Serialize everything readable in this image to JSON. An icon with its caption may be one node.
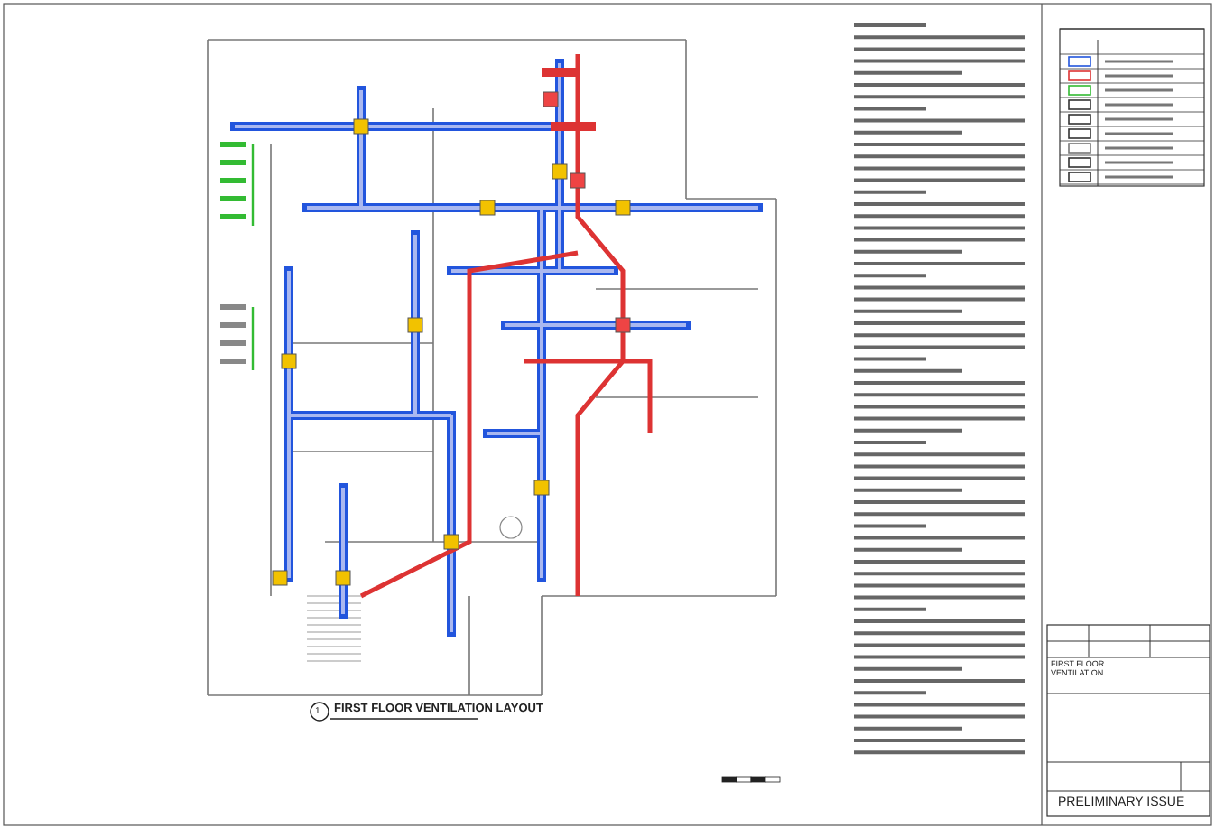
{
  "diagram": {
    "title": "FIRST FLOOR VENTILATION LAYOUT",
    "labels": [
      "1",
      "FIRST FLOOR VENTILATION",
      "PRELIMINARY ISSUE"
    ]
  }
}
